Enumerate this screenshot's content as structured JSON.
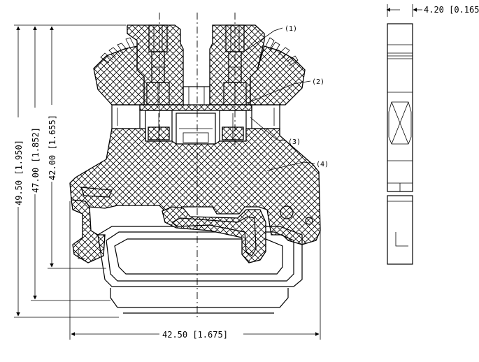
{
  "dimensions": {
    "height_total": "49.50 [1.950]",
    "height_mid": "47.00 [1.852]",
    "height_inner": "42.00 [1.655]",
    "width_total": "42.50 [1.675]",
    "thickness": "4.20 [0.165]"
  },
  "callouts": [
    "(1)",
    "(2)",
    "(3)",
    "(4)"
  ]
}
